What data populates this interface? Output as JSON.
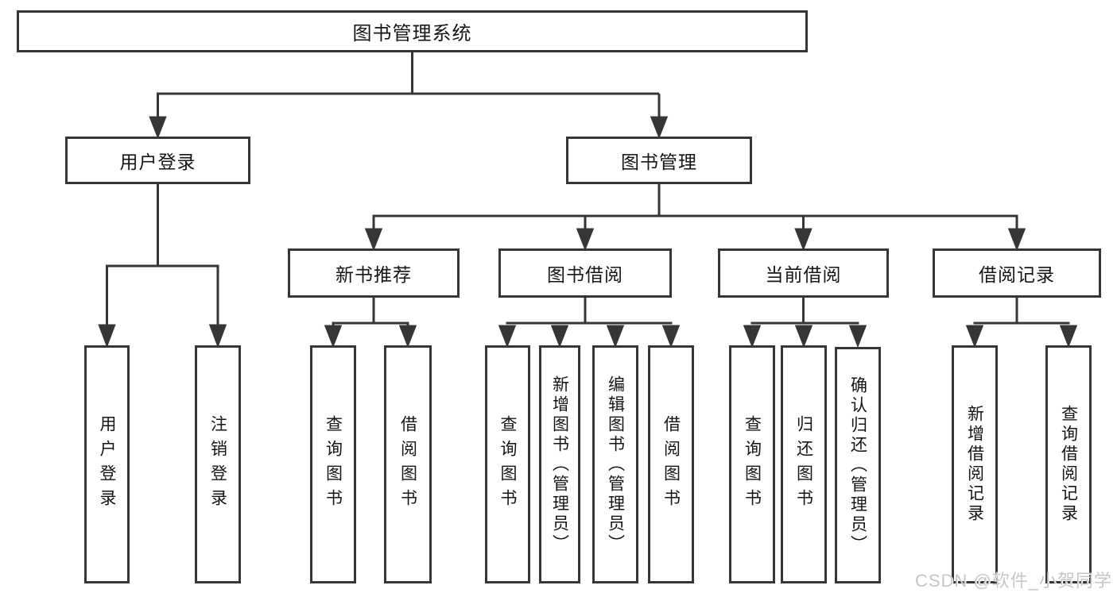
{
  "tree": {
    "root": {
      "label": "图书管理系统"
    },
    "branches": [
      {
        "label": "用户登录",
        "children": [
          "用户登录",
          "注销登录"
        ]
      },
      {
        "label": "图书管理",
        "groups": [
          {
            "label": "新书推荐",
            "children": [
              "查询图书",
              "借阅图书"
            ]
          },
          {
            "label": "图书借阅",
            "children": [
              "查询图书",
              "新增图书（管理员）",
              "编辑图书（管理员）",
              "借阅图书"
            ]
          },
          {
            "label": "当前借阅",
            "children": [
              "查询图书",
              "归还图书",
              "确认归还（管理员）"
            ]
          },
          {
            "label": "借阅记录",
            "children": [
              "新增借阅记录",
              "查询借阅记录"
            ]
          }
        ]
      }
    ]
  },
  "watermark": {
    "text": "CSDN @软件_小贺同学"
  },
  "colors": {
    "line": "#363636",
    "text": "#151515",
    "background": "#ffffff",
    "watermark": "#c6c6c6"
  }
}
